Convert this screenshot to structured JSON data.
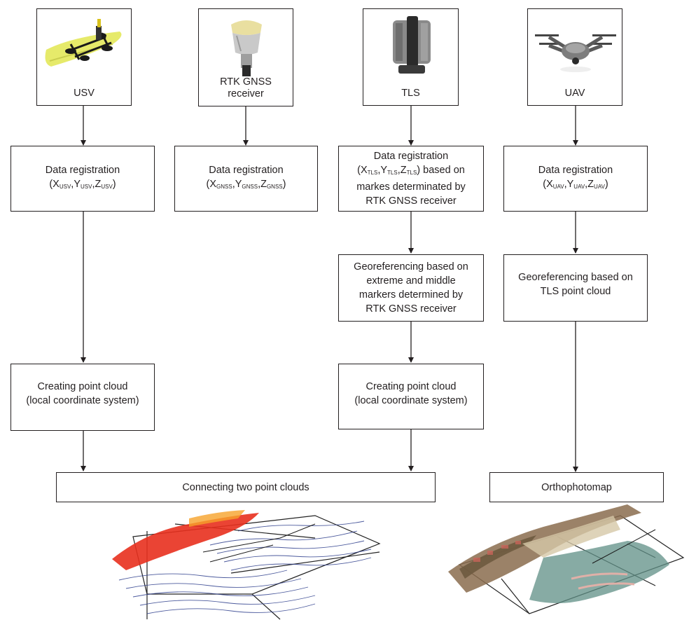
{
  "devices": {
    "usv": "USV",
    "gnss": "RTK GNSS receiver",
    "tls": "TLS",
    "uav": "UAV"
  },
  "registration": {
    "usv": {
      "title": "Data registration",
      "subs": [
        "USV",
        "USV",
        "USV"
      ]
    },
    "gnss": {
      "title": "Data registration",
      "subs": [
        "GNSS",
        "GNSS",
        "GNSS"
      ]
    },
    "tls": {
      "subs": [
        "TLS",
        "TLS",
        "TLS"
      ],
      "suffix": " based on",
      "line2": "markes determinated by",
      "line3": "RTK GNSS receiver"
    },
    "uav": {
      "title": "Data registration",
      "subs": [
        "UAV",
        "UAV",
        "UAV"
      ]
    }
  },
  "georef": {
    "tls": [
      "Georeferencing based on",
      "extreme and middle",
      "markers determined by",
      "RTK GNSS receiver"
    ],
    "uav": [
      "Georeferencing based on",
      "TLS point cloud"
    ]
  },
  "cloud_boxes": {
    "usv": [
      "Creating point cloud",
      "(local coordinate system)"
    ],
    "tls": [
      "Creating point cloud",
      "(local coordinate system)"
    ]
  },
  "outputs": {
    "connect": "Connecting two point clouds",
    "ortho": "Orthophotomap"
  },
  "colors": {
    "line": "#231f20",
    "usv_hull": "#e6ea6a",
    "cloud_red": "#e8301e",
    "cloud_blue": "#2d3e8c",
    "ortho_teal": "#5f8f86"
  }
}
